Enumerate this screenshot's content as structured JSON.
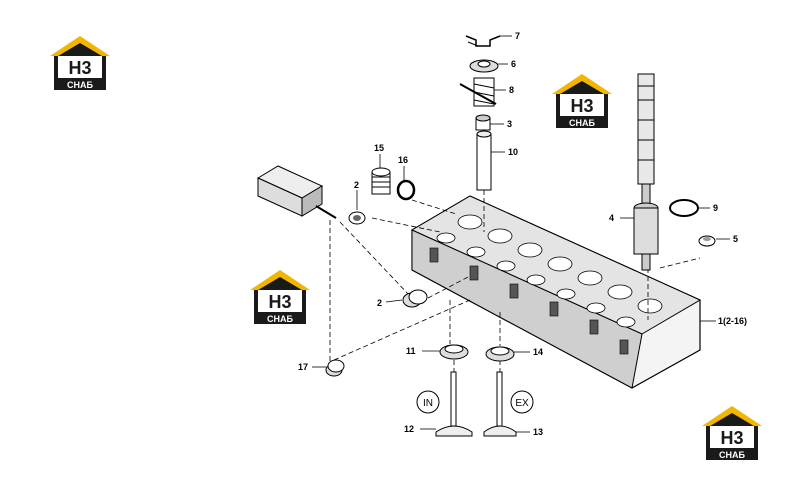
{
  "logo": {
    "mark": "H3",
    "caption": "CHAБ",
    "accent_color": "#f2b600",
    "dark_color": "#1a1a1a"
  },
  "callouts": {
    "c1": "1(2-16)",
    "c2a": "2",
    "c2b": "2",
    "c3": "3",
    "c4": "4",
    "c5": "5",
    "c6": "6",
    "c7": "7",
    "c8": "8",
    "c9": "9",
    "c10": "10",
    "c11": "11",
    "c12": "12",
    "c13": "13",
    "c14": "14",
    "c15": "15",
    "c16": "16",
    "c17": "17"
  },
  "valve_markers": {
    "intake": "IN",
    "exhaust": "EX"
  }
}
